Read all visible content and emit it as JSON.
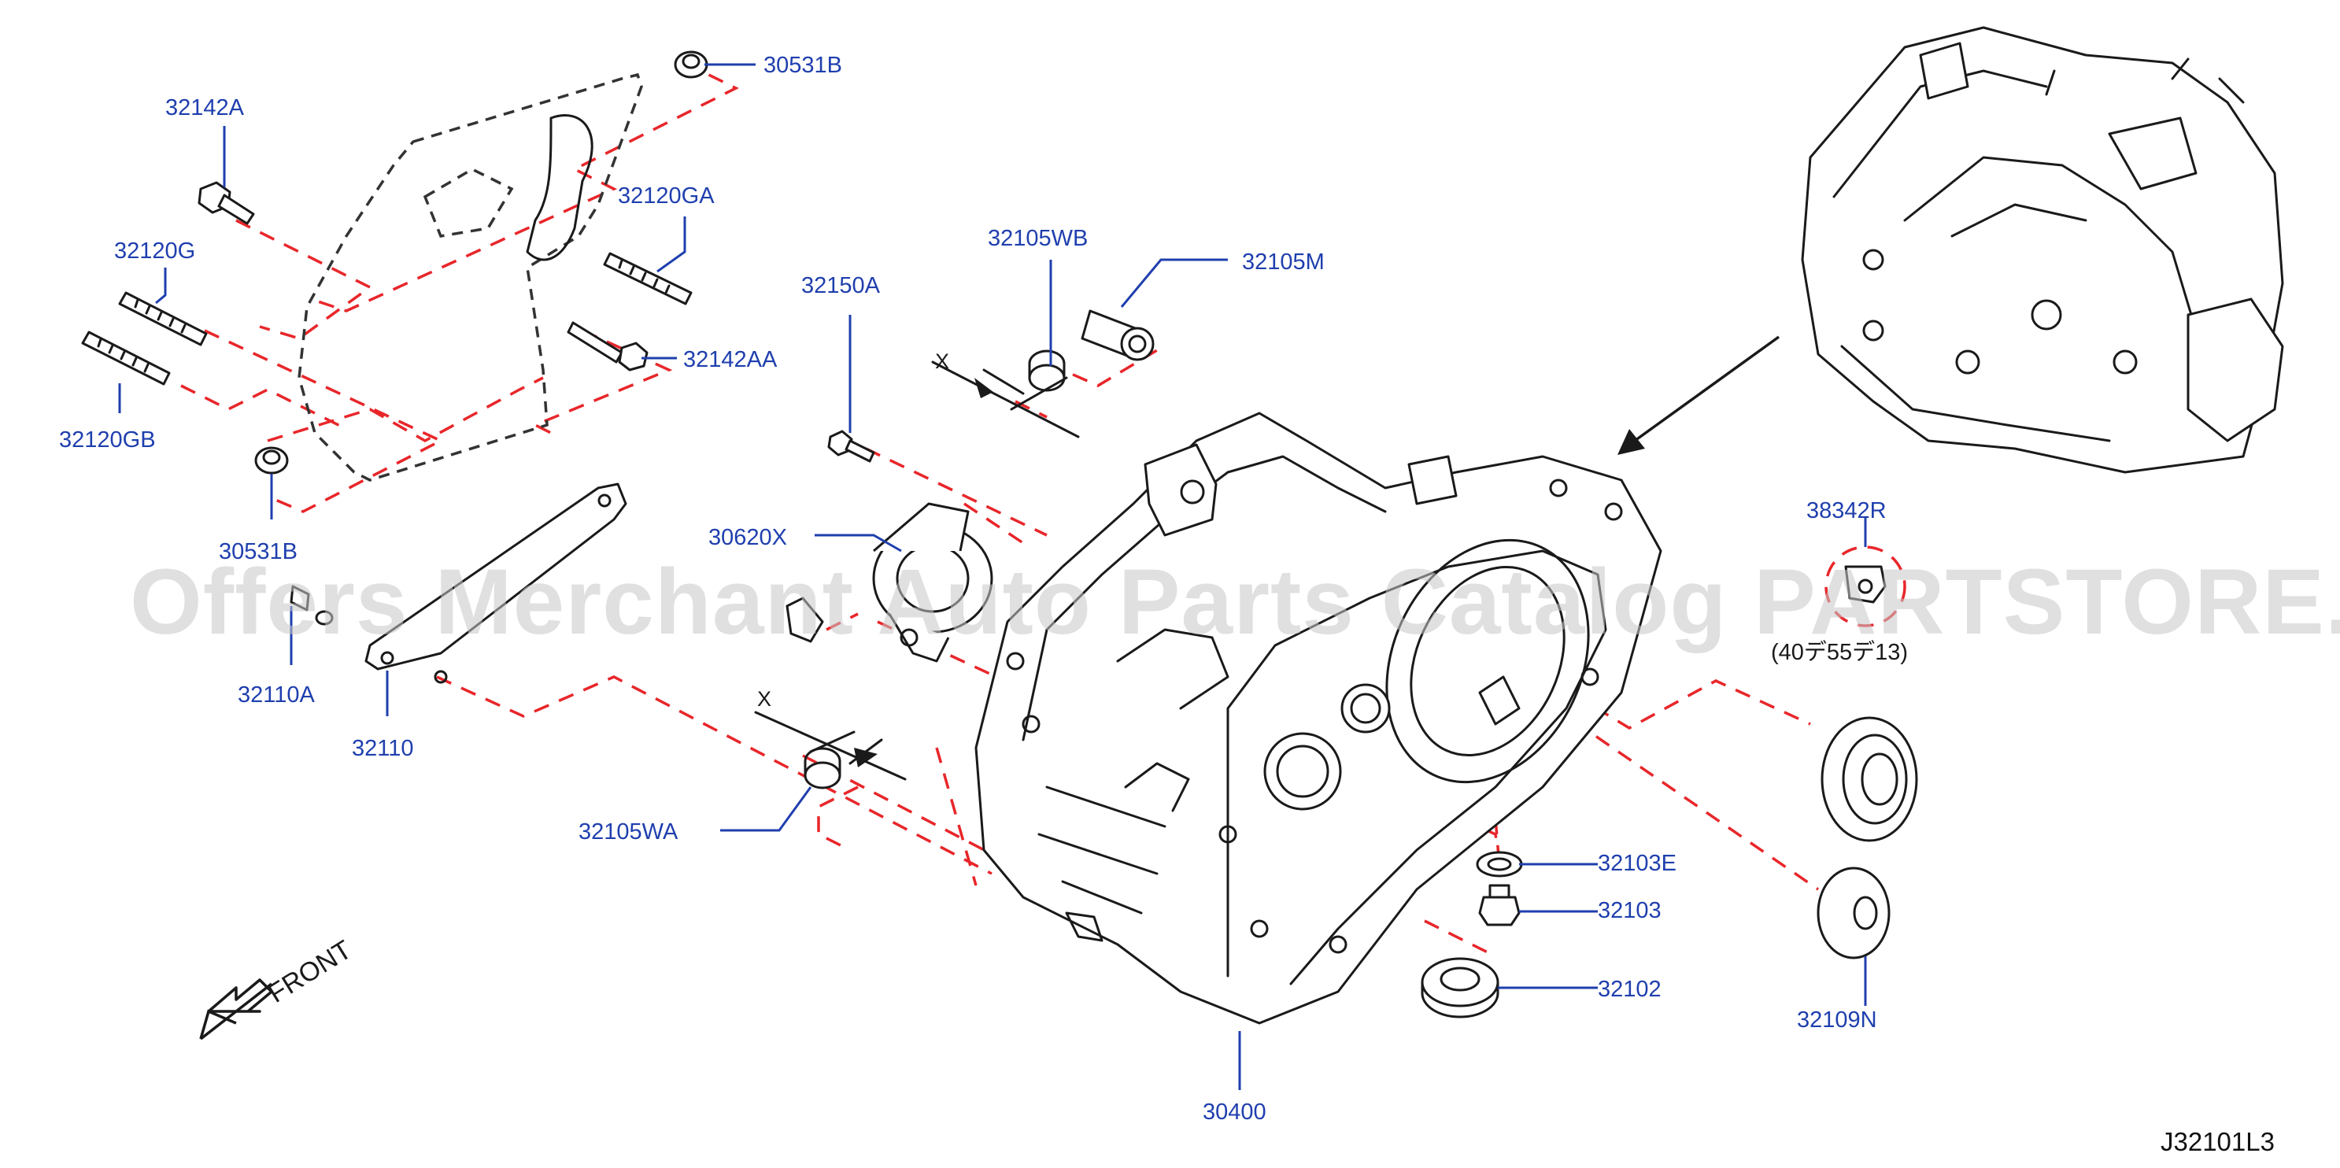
{
  "diagram": {
    "reference_code": "J32101L3",
    "watermark": "Offers Merchant Auto Parts Catalog PARTSTORE.SA",
    "front_label": "FRONT",
    "dimension_marker": "X",
    "note_38342R": "(40デ55デ13)",
    "colors": {
      "part_number": "#1f3fae",
      "flow_line": "#e8262a",
      "outline": "#1a1a1a"
    }
  },
  "labels": {
    "p30531B_top": "30531B",
    "p32142A": "32142A",
    "p32120GA": "32120GA",
    "p32120G": "32120G",
    "p32142AA": "32142AA",
    "p32120GB": "32120GB",
    "p30531B_bottom": "30531B",
    "p32110A": "32110A",
    "p32110": "32110",
    "p32150A": "32150A",
    "p32105WB": "32105WB",
    "p32105M": "32105M",
    "p30620X": "30620X",
    "p32105WA": "32105WA",
    "p30400": "30400",
    "p38342R": "38342R",
    "p32103E": "32103E",
    "p32103": "32103",
    "p32102": "32102",
    "p32109N": "32109N"
  }
}
